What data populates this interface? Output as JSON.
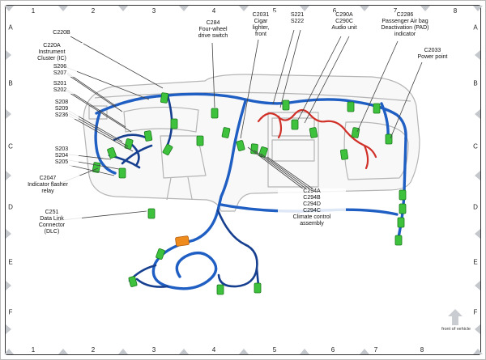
{
  "grid": {
    "top": [
      "1",
      "2",
      "3",
      "4",
      "5",
      "6",
      "7",
      "8"
    ],
    "bottom": [
      "1",
      "2",
      "3",
      "4",
      "5",
      "6",
      "7",
      "8"
    ],
    "left": [
      "A",
      "B",
      "C",
      "D",
      "E",
      "F"
    ],
    "right": [
      "A",
      "B",
      "C",
      "D",
      "E",
      "F"
    ]
  },
  "callouts": [
    {
      "id": "C220B",
      "text": "C220B"
    },
    {
      "id": "C220A",
      "text": "C220A\nInstrument\nCluster (IC)"
    },
    {
      "id": "S206",
      "text": "S206\nS207"
    },
    {
      "id": "S201",
      "text": "S201\nS202"
    },
    {
      "id": "S208",
      "text": "S208\nS209\nS236"
    },
    {
      "id": "S203",
      "text": "S203\nS204\nS205"
    },
    {
      "id": "C2047",
      "text": "C2047\nIndicator flasher\nrelay"
    },
    {
      "id": "C251",
      "text": "C251\nData Link\nConnector\n(DLC)"
    },
    {
      "id": "C284",
      "text": "C284\nFour-wheel\ndrive switch"
    },
    {
      "id": "C2031",
      "text": "C2031\nCigar\nlighter,\nfront"
    },
    {
      "id": "S221",
      "text": "S221\nS222"
    },
    {
      "id": "C290A",
      "text": "C290A\nC290C\nAudio unit"
    },
    {
      "id": "C2286",
      "text": "C2286\nPassenger Air bag\nDeactivation (PAD)\nindicator"
    },
    {
      "id": "C2033",
      "text": "C2033\nPower point"
    },
    {
      "id": "C294",
      "text": "C294A\nC294B\nC294D\nC294C\nClimate control\nassembly"
    }
  ],
  "footer": {
    "front_of_vehicle": "front of vehicle"
  },
  "colors": {
    "harness_blue": "#1f5ec2",
    "harness_dark_blue": "#163f8f",
    "wire_red": "#d03028",
    "connector_green": "#3ec23e",
    "connector_orange": "#ef8a1c",
    "dashboard_gray": "#b5b5b5",
    "diamond_gray": "#c4c8cc"
  }
}
